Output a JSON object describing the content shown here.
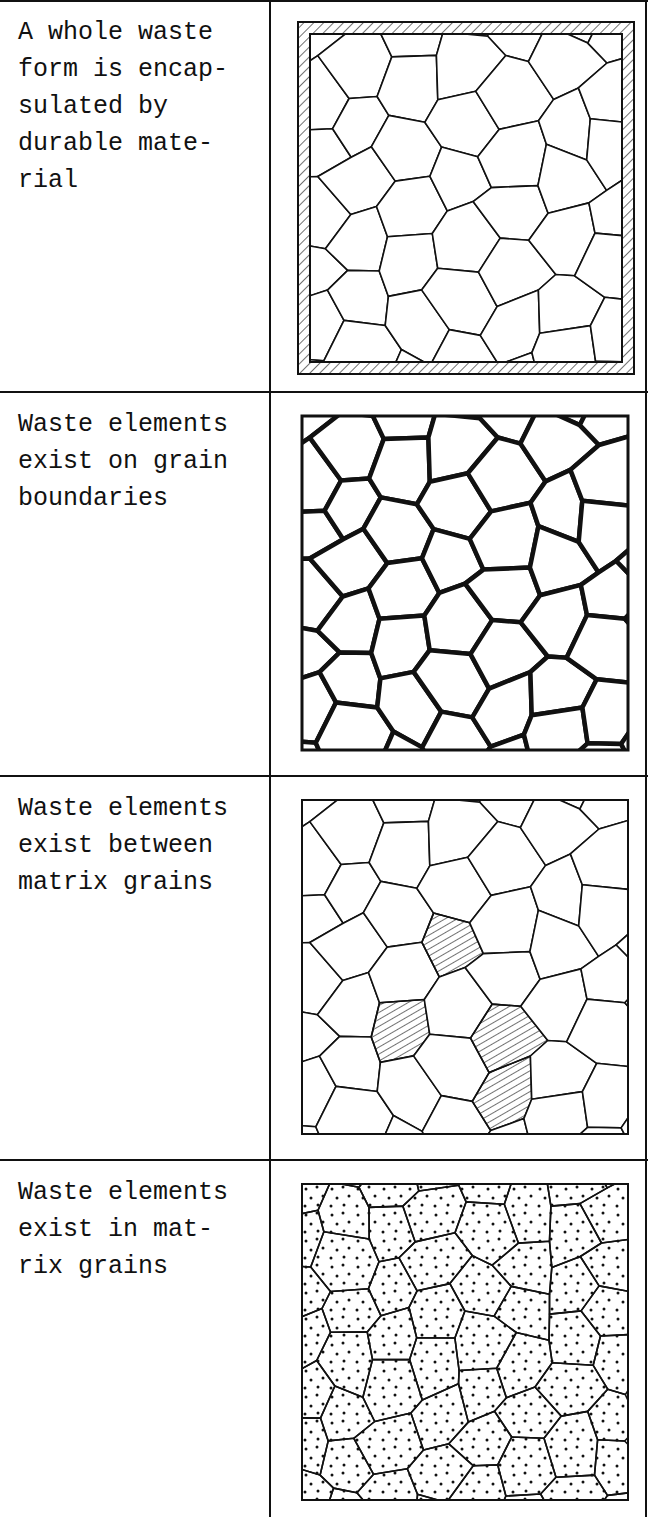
{
  "diagram": {
    "labels": [
      "A whole waste form is encap- sulated by durable mate- rial",
      "Waste elements exist on grain boundaries",
      "Waste elements exist between matrix grains",
      "Waste elements exist in mat- rix grains"
    ]
  }
}
